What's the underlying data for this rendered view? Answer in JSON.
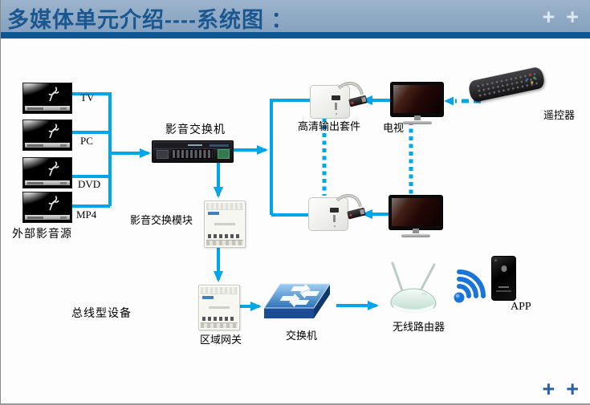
{
  "slide": {
    "title": "多媒体单元介绍----系统图 ：",
    "corner_decor_top": {
      "plus1": "+",
      "plus2": "+"
    },
    "corner_decor_bottom": {
      "plus1": "+",
      "plus2": "+"
    }
  },
  "diagram": {
    "sources": {
      "group_label": "外部影音源",
      "items": [
        {
          "label": "TV"
        },
        {
          "label": "PC"
        },
        {
          "label": "DVD"
        },
        {
          "label": "MP4"
        }
      ]
    },
    "nodes": {
      "av_switcher": {
        "label": "影音交换机"
      },
      "av_switch_module": {
        "label": "影音交换模块"
      },
      "hd_output_kit": {
        "label": "高清输出套件"
      },
      "tv": {
        "label": "电视"
      },
      "remote_control": {
        "label": "遥控器"
      },
      "bus_device": {
        "label": "总线型设备"
      },
      "area_gateway": {
        "label": "区域网关"
      },
      "ethernet_switch": {
        "label": "交换机"
      },
      "wireless_router": {
        "label": "无线路由器"
      },
      "app": {
        "label": "APP"
      }
    },
    "colors": {
      "connector": "#00A6E9",
      "header_bg": "#8EAAC6",
      "header_bar": "#0D5795",
      "title_text": "#1A5791"
    }
  }
}
